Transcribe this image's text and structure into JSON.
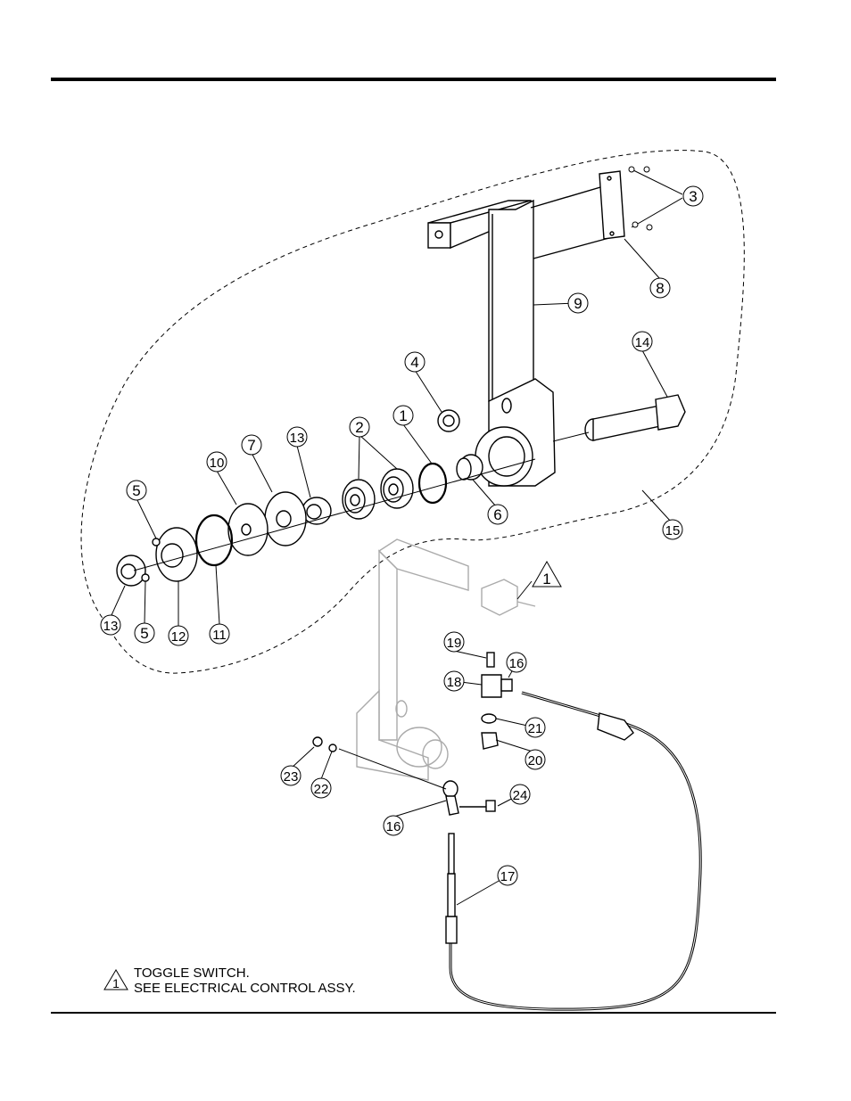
{
  "diagram": {
    "callouts": [
      {
        "id": "c1a",
        "text": "1"
      },
      {
        "id": "c2",
        "text": "2"
      },
      {
        "id": "c3",
        "text": "3"
      },
      {
        "id": "c4",
        "text": "4"
      },
      {
        "id": "c5a",
        "text": "5"
      },
      {
        "id": "c5b",
        "text": "5"
      },
      {
        "id": "c6",
        "text": "6"
      },
      {
        "id": "c7",
        "text": "7"
      },
      {
        "id": "c8",
        "text": "8"
      },
      {
        "id": "c9",
        "text": "9"
      },
      {
        "id": "c10",
        "text": "10"
      },
      {
        "id": "c11",
        "text": "11"
      },
      {
        "id": "c12",
        "text": "12"
      },
      {
        "id": "c13a",
        "text": "13"
      },
      {
        "id": "c13b",
        "text": "13"
      },
      {
        "id": "c14",
        "text": "14"
      },
      {
        "id": "c15",
        "text": "15"
      },
      {
        "id": "c16a",
        "text": "16"
      },
      {
        "id": "c16b",
        "text": "16"
      },
      {
        "id": "c17",
        "text": "17"
      },
      {
        "id": "c18",
        "text": "18"
      },
      {
        "id": "c19",
        "text": "19"
      },
      {
        "id": "c20",
        "text": "20"
      },
      {
        "id": "c21",
        "text": "21"
      },
      {
        "id": "c22",
        "text": "22"
      },
      {
        "id": "c23",
        "text": "23"
      },
      {
        "id": "c24",
        "text": "24"
      }
    ],
    "note_marker": "1",
    "triangle_ref": "1",
    "note_line1": "TOGGLE SWITCH.",
    "note_line2": "SEE ELECTRICAL CONTROL ASSY."
  }
}
